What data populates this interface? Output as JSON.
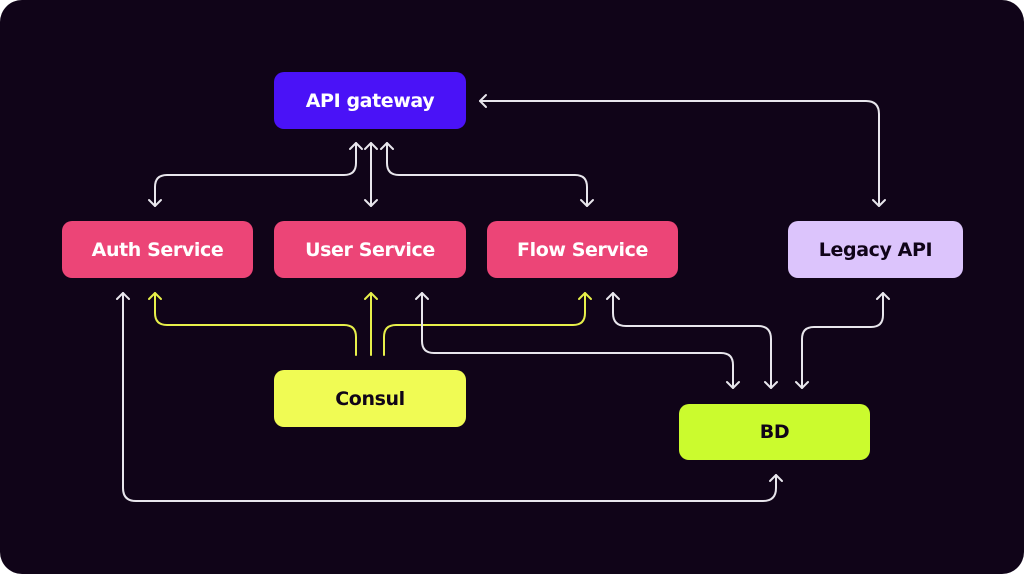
{
  "diagram": {
    "type": "service-architecture",
    "colors": {
      "background": "#100418",
      "gateway": "#4a12f7",
      "service": "#ec4577",
      "legacy": "#dcc4fc",
      "consul": "#f0fb54",
      "database": "#cbfb2e",
      "connector_default": "#e8e6ec",
      "connector_consul": "#e6ef4a",
      "text_light": "#ffffff",
      "text_dark": "#100418"
    },
    "nodes": {
      "gateway": {
        "label": "API gateway"
      },
      "auth": {
        "label": "Auth Service"
      },
      "user": {
        "label": "User Service"
      },
      "flow": {
        "label": "Flow Service"
      },
      "legacy": {
        "label": "Legacy API"
      },
      "consul": {
        "label": "Consul"
      },
      "bd": {
        "label": "BD"
      }
    },
    "edges": [
      {
        "from": "gateway",
        "to": "auth",
        "direction": "bidirectional",
        "style": "default"
      },
      {
        "from": "gateway",
        "to": "user",
        "direction": "bidirectional",
        "style": "default"
      },
      {
        "from": "gateway",
        "to": "flow",
        "direction": "bidirectional",
        "style": "default"
      },
      {
        "from": "legacy",
        "to": "gateway",
        "direction": "bidirectional",
        "style": "default"
      },
      {
        "from": "consul",
        "to": "auth",
        "direction": "to",
        "style": "consul"
      },
      {
        "from": "consul",
        "to": "user",
        "direction": "to",
        "style": "consul"
      },
      {
        "from": "consul",
        "to": "flow",
        "direction": "to",
        "style": "consul"
      },
      {
        "from": "user",
        "to": "bd",
        "direction": "bidirectional",
        "style": "default"
      },
      {
        "from": "flow",
        "to": "bd",
        "direction": "bidirectional",
        "style": "default"
      },
      {
        "from": "legacy",
        "to": "bd",
        "direction": "bidirectional",
        "style": "default"
      },
      {
        "from": "auth",
        "to": "bd",
        "direction": "bidirectional",
        "style": "default"
      }
    ]
  }
}
